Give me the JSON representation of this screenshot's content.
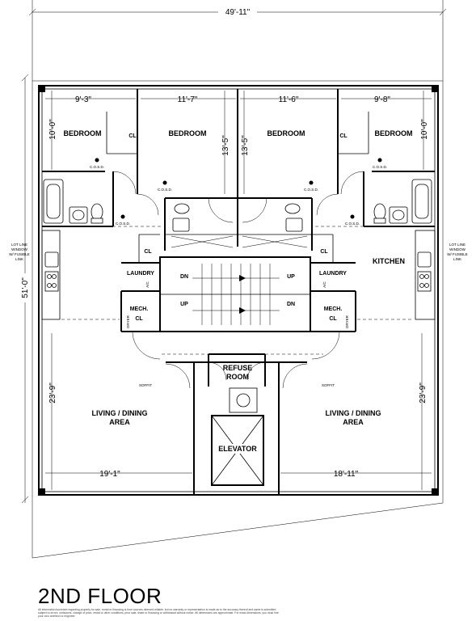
{
  "dimensions": {
    "overall_width": "49'-11\"",
    "overall_depth": "51'-0\"",
    "bedroom_1_width": "9'-3\"",
    "bedroom_2_width": "11'-7\"",
    "bedroom_3_width": "11'-6\"",
    "bedroom_4_width": "9'-8\"",
    "bedroom_1_depth": "10'-0\"",
    "bedroom_2_depth": "13'-5\"",
    "bedroom_3_depth": "13'-5\"",
    "bedroom_4_depth": "10'-0\"",
    "living_left_depth": "23'-9\"",
    "living_right_depth": "23'-9\"",
    "living_left_width": "19'-1\"",
    "living_right_width": "18'-11\""
  },
  "rooms": {
    "bedroom": "BEDROOM",
    "closet": "CL",
    "laundry": "LAUNDRY",
    "mech": "MECH.",
    "kitchen": "KITCHEN",
    "refuse_line1": "REFUSE",
    "refuse_line2": "ROOM",
    "living_line1": "LIVING / DINING",
    "living_line2": "AREA",
    "elevator": "ELEVATOR"
  },
  "notes": {
    "cosd": "C.O.S.D.",
    "soffit": "SOFFIT",
    "ac": "A/C",
    "dryer": "DRYER",
    "stair_dn": "DN",
    "stair_up": "UP",
    "lot_line_1": "LOT LINE",
    "lot_line_2": "WINDOW",
    "lot_line_3": "W/ FUSIBLE",
    "lot_line_4": "LINK"
  },
  "title": "2ND FLOOR",
  "disclaimer": "All information furnished regarding property for sale, rental or financing is from sources deemed reliable, but no warranty or representation is made as to the accuracy thereof and same is submitted subject to errors, omissions, change of price, rental or other conditions, prior sale, lease or financing or withdrawal without notice. All dimensions are approximate. For exact dimensions, you must hire your own architect or engineer."
}
